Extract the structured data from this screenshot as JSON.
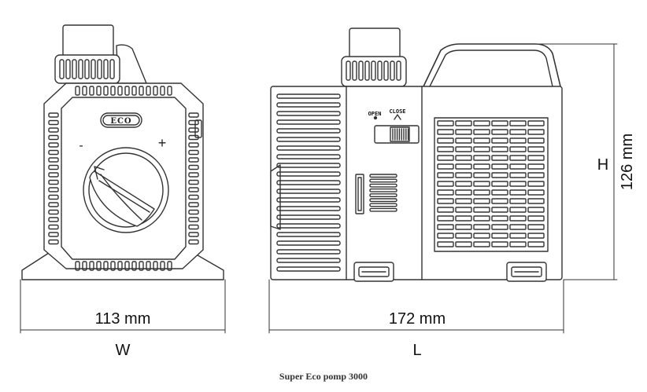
{
  "product_name": "Super Eco pomp 3000",
  "badge": "ECO",
  "minus_sign": "-",
  "plus_sign": "+",
  "valve_labels": {
    "open": "OPEN",
    "close": "CLOSE"
  },
  "dimensions": {
    "width": {
      "value": "113 mm",
      "symbol": "W"
    },
    "length": {
      "value": "172 mm",
      "symbol": "L"
    },
    "height": {
      "value": "126 mm",
      "symbol": "H"
    }
  },
  "colors": {
    "line": "#333333",
    "fill": "#ffffff",
    "caption": "#333333"
  }
}
